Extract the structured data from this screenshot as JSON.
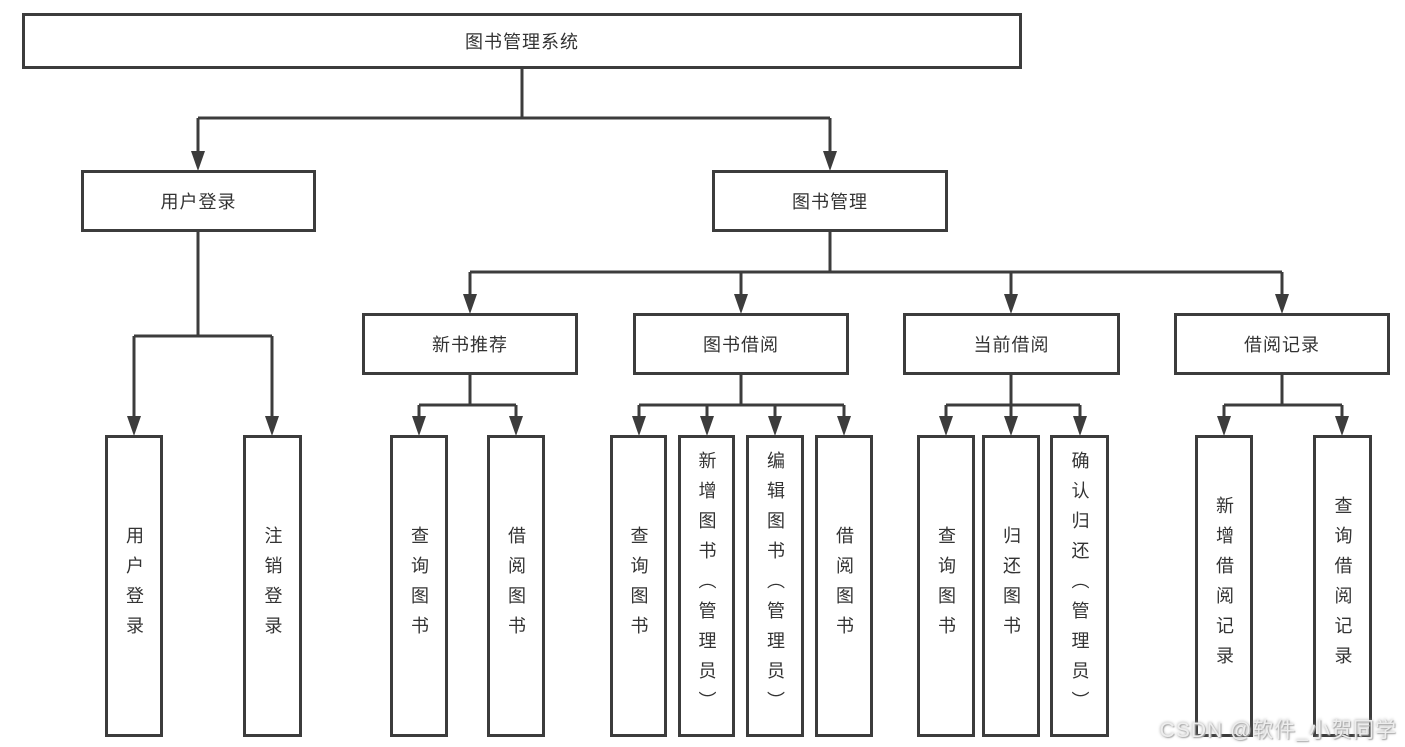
{
  "tree": {
    "root": {
      "label": "图书管理系统"
    },
    "level2": [
      {
        "label": "用户登录",
        "children": [
          "用户登录",
          "注销登录"
        ]
      },
      {
        "label": "图书管理"
      }
    ],
    "level3": [
      {
        "label": "新书推荐",
        "children": [
          "查询图书",
          "借阅图书"
        ]
      },
      {
        "label": "图书借阅",
        "children": [
          "查询图书",
          "新增图书（管理员）",
          "编辑图书（管理员）",
          "借阅图书"
        ]
      },
      {
        "label": "当前借阅",
        "children": [
          "查询图书",
          "归还图书",
          "确认归还（管理员）"
        ]
      },
      {
        "label": "借阅记录",
        "children": [
          "新增借阅记录",
          "查询借阅记录"
        ]
      }
    ]
  },
  "watermark": "CSDN @软件_小贺同学",
  "colors": {
    "line": "#3c3c3c",
    "box_border": "#3c3c3c",
    "box_fill": "#ffffff",
    "text": "#333333",
    "background": "#ffffff",
    "watermark": "#ededed"
  }
}
